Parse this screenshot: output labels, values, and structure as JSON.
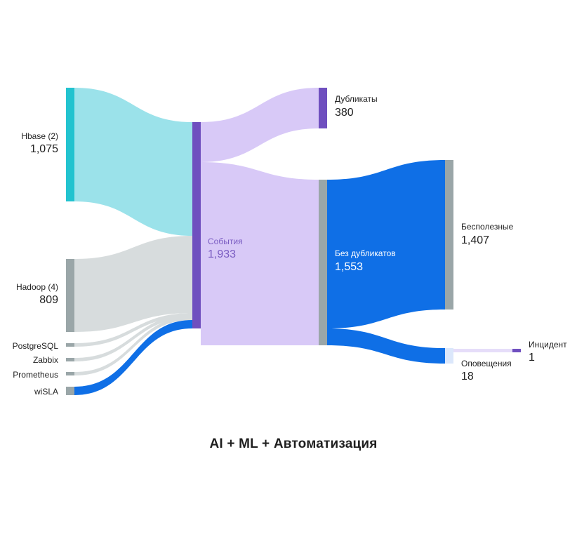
{
  "chart_data": {
    "type": "sankey",
    "caption": "AI + ML + Автоматизация",
    "nodes": [
      {
        "id": "hbase",
        "name": "Hbase (2)",
        "value_label": "1,075",
        "value": 1075,
        "color": "#22c3cf"
      },
      {
        "id": "hadoop",
        "name": "Hadoop (4)",
        "value_label": "809",
        "value": 809,
        "color": "#9aa6a8"
      },
      {
        "id": "postgresql",
        "name": "PostgreSQL",
        "value_label": "",
        "color": "#9aa6a8"
      },
      {
        "id": "zabbix",
        "name": "Zabbix",
        "value_label": "",
        "color": "#9aa6a8"
      },
      {
        "id": "prometheus",
        "name": "Prometheus",
        "value_label": "",
        "color": "#9aa6a8"
      },
      {
        "id": "wisla",
        "name": "wiSLA",
        "value_label": "",
        "color": "#9aa6a8"
      },
      {
        "id": "events",
        "name": "События",
        "value_label": "1,933",
        "value": 1933,
        "color": "#6f4fbf"
      },
      {
        "id": "duplicates",
        "name": "Дубликаты",
        "value_label": "380",
        "value": 380,
        "color": "#6f4fbf"
      },
      {
        "id": "nodup",
        "name": "Без дубликатов",
        "value_label": "1,553",
        "value": 1553,
        "color": "#9aa6a8"
      },
      {
        "id": "useless",
        "name": "Бесполезные",
        "value_label": "1,407",
        "value": 1407,
        "color": "#9aa6a8"
      },
      {
        "id": "alerts",
        "name": "Оповещения",
        "value_label": "18",
        "value": 18,
        "color": "#dbe7fb"
      },
      {
        "id": "incident",
        "name": "Инцидент",
        "value_label": "1",
        "value": 1,
        "color": "#6f4fbf"
      }
    ],
    "links": [
      {
        "source": "hbase",
        "target": "events",
        "value": 1075,
        "color": "#9be2ea"
      },
      {
        "source": "hadoop",
        "target": "events",
        "value": 809,
        "color": "#d7dcdd"
      },
      {
        "source": "postgresql",
        "target": "events",
        "color": "#d7dcdd"
      },
      {
        "source": "zabbix",
        "target": "events",
        "color": "#d7dcdd"
      },
      {
        "source": "prometheus",
        "target": "events",
        "color": "#d7dcdd"
      },
      {
        "source": "wisla",
        "target": "events",
        "color": "#0f6fe6"
      },
      {
        "source": "events",
        "target": "duplicates",
        "value": 380,
        "color": "#d8c9f7"
      },
      {
        "source": "events",
        "target": "nodup",
        "value": 1553,
        "color": "#d8c9f7"
      },
      {
        "source": "nodup",
        "target": "useless",
        "value": 1407,
        "color": "#0f6fe6"
      },
      {
        "source": "nodup",
        "target": "alerts",
        "value": 18,
        "color": "#0f6fe6"
      },
      {
        "source": "alerts",
        "target": "incident",
        "value": 1,
        "color": "#e6ddf9"
      }
    ]
  }
}
